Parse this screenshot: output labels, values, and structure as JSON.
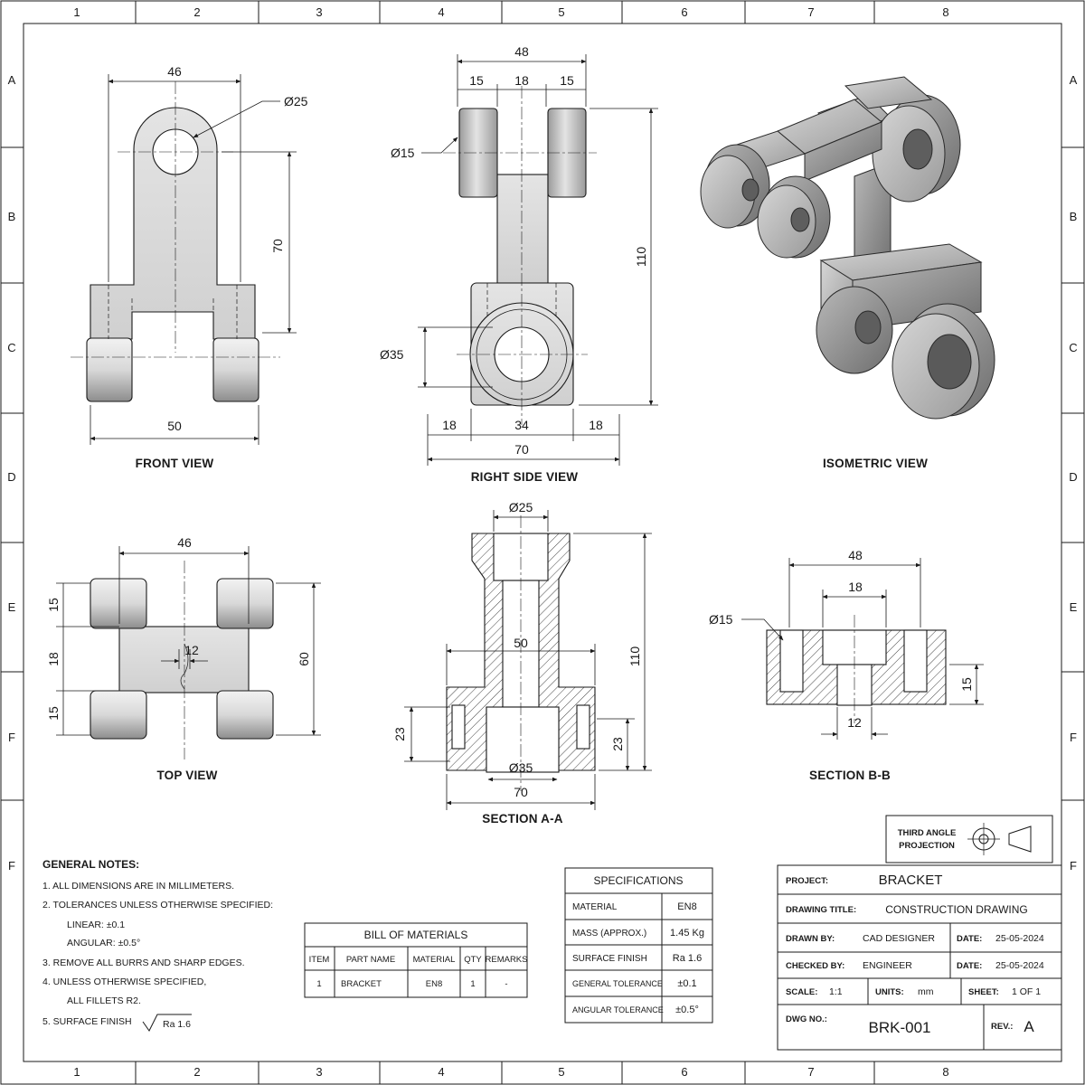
{
  "border": {
    "columns": [
      "1",
      "2",
      "3",
      "4",
      "5",
      "6",
      "7",
      "8"
    ],
    "rows": [
      "A",
      "B",
      "C",
      "D",
      "E",
      "F",
      "F"
    ]
  },
  "views": {
    "front": {
      "label": "FRONT VIEW",
      "dims": {
        "width_top": "46",
        "hole": "Ø25",
        "height": "70",
        "width_bottom": "50"
      }
    },
    "right": {
      "label": "RIGHT SIDE VIEW",
      "dims": {
        "overall_top": "48",
        "seg_left": "15",
        "seg_mid": "18",
        "seg_right": "15",
        "hole_small": "Ø15",
        "hole_large": "Ø35",
        "height": "110",
        "bot_left": "18",
        "bot_mid": "34",
        "bot_right": "18",
        "bot_overall": "70"
      }
    },
    "isometric": {
      "label": "ISOMETRIC VIEW"
    },
    "top": {
      "label": "TOP VIEW",
      "dims": {
        "width": "46",
        "h1": "15",
        "h2": "18",
        "h3": "15",
        "web": "12",
        "depth": "60"
      }
    },
    "section_aa": {
      "label": "SECTION A-A",
      "dims": {
        "bore_top": "Ø25",
        "inner_width": "50",
        "height": "110",
        "left_h": "23",
        "right_h": "23",
        "bore_bottom": "Ø35",
        "width": "70"
      }
    },
    "section_bb": {
      "label": "SECTION B-B",
      "dims": {
        "overall": "48",
        "inner": "18",
        "hole": "Ø15",
        "height": "15",
        "slot": "12"
      }
    }
  },
  "notes": {
    "heading": "GENERAL NOTES:",
    "items": [
      "1.  ALL DIMENSIONS ARE IN MILLIMETERS.",
      "2.  TOLERANCES UNLESS OTHERWISE SPECIFIED:",
      "LINEAR:  ±0.1",
      "ANGULAR:  ±0.5°",
      "3.  REMOVE ALL BURRS AND SHARP EDGES.",
      "4.  UNLESS OTHERWISE SPECIFIED,",
      "ALL FILLETS R2.",
      "5.  SURFACE FINISH"
    ],
    "finish_value": "Ra 1.6"
  },
  "bom": {
    "title": "BILL OF MATERIALS",
    "headers": [
      "ITEM",
      "PART NAME",
      "MATERIAL",
      "QTY",
      "REMARKS"
    ],
    "rows": [
      [
        "1",
        "BRACKET",
        "EN8",
        "1",
        "-"
      ]
    ]
  },
  "specs": {
    "title": "SPECIFICATIONS",
    "rows": [
      [
        "MATERIAL",
        "EN8"
      ],
      [
        "MASS (APPROX.)",
        "1.45 Kg"
      ],
      [
        "SURFACE FINISH",
        "Ra 1.6"
      ],
      [
        "GENERAL TOLERANCE",
        "±0.1"
      ],
      [
        "ANGULAR TOLERANCE",
        "±0.5°"
      ]
    ]
  },
  "projection": {
    "line1": "THIRD ANGLE",
    "line2": "PROJECTION"
  },
  "title_block": {
    "project_label": "PROJECT:",
    "project": "BRACKET",
    "drawing_title_label": "DRAWING TITLE:",
    "drawing_title": "CONSTRUCTION DRAWING",
    "drawn_by_label": "DRAWN BY:",
    "drawn_by": "CAD DESIGNER",
    "date_label": "DATE:",
    "drawn_date": "25-05-2024",
    "checked_by_label": "CHECKED BY:",
    "checked_by": "ENGINEER",
    "checked_date": "25-05-2024",
    "scale_label": "SCALE:",
    "scale": "1:1",
    "units_label": "UNITS:",
    "units": "mm",
    "sheet_label": "SHEET:",
    "sheet": "1 OF 1",
    "dwg_label": "DWG NO.:",
    "dwg_no": "BRK-001",
    "rev_label": "REV.:",
    "rev": "A"
  }
}
